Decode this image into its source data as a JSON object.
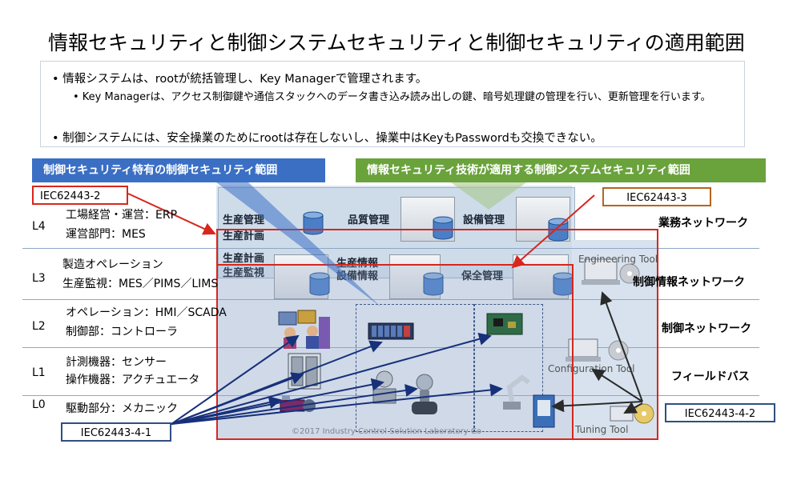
{
  "title": "情報セキュリティと制御システムセキュリティと制御セキュリティの適用範囲",
  "bullets": {
    "b1": "• 情報システムは、rootが統括管理し、Key Managerで管理されます。",
    "b2": "• Key Managerは、アクセス制御鍵や通信スタックへのデータ書き込み読み出しの鍵、暗号処理鍵の管理を行い、更新管理を行います。",
    "b3": "• 制御システムには、安全操業のためにrootは存在しないし、操業中はKeyもPasswordも交換できない。"
  },
  "callouts": {
    "control_scope": "制御セキュリティ特有の制御セキュリティ範囲",
    "info_tech_scope": "情報セキュリティ技術が適用する制御システムセキュリティ範囲"
  },
  "standards": {
    "iec_2": "IEC62443-2",
    "iec_3": "IEC62443-3",
    "iec_4_1": "IEC62443-4-1",
    "iec_4_2": "IEC62443-4-2"
  },
  "levels": [
    {
      "id": "L4",
      "lines": [
        "工場経営・運営：ERP",
        "運営部門：MES"
      ]
    },
    {
      "id": "L3",
      "lines": [
        "製造オペレーション",
        "生産監視：MES／PIMS／LIMS"
      ]
    },
    {
      "id": "L2",
      "lines": [
        "オペレーション：HMI／SCADA",
        "制御部：コントローラ"
      ]
    },
    {
      "id": "L1",
      "lines": [
        "計測機器：センサー",
        "操作機器：アクチュエータ"
      ]
    },
    {
      "id": "L0",
      "lines": [
        "駆動部分：メカニック"
      ]
    }
  ],
  "networks": {
    "business": "業務ネットワーク",
    "control_info": "制御情報ネットワーク",
    "control": "制御ネットワーク",
    "fieldbus": "フィールドバス"
  },
  "overlay": {
    "prod_mgmt": "生産管理",
    "prod_plan": "生産計画",
    "quality": "品質管理",
    "equipment": "設備管理",
    "prod_plan2": "生産計画",
    "prod_monitor": "生産監視",
    "prod_info": "生産情報",
    "equip_info": "設備情報",
    "maintenance": "保全管理"
  },
  "tools": {
    "engineering": "Engineering Tool",
    "configuration": "Configuration Tool",
    "tuning": "Tuning Tool"
  },
  "copyright": "©2017 Industry Control Solution Laboratory Co",
  "colors": {
    "callout_blue": "#3a6fc4",
    "callout_green": "#6aa23c",
    "red": "#d7261e",
    "navy": "#17307a",
    "standard_border_dark": "#2f4f80",
    "standard_border_orange": "#b5651d"
  }
}
